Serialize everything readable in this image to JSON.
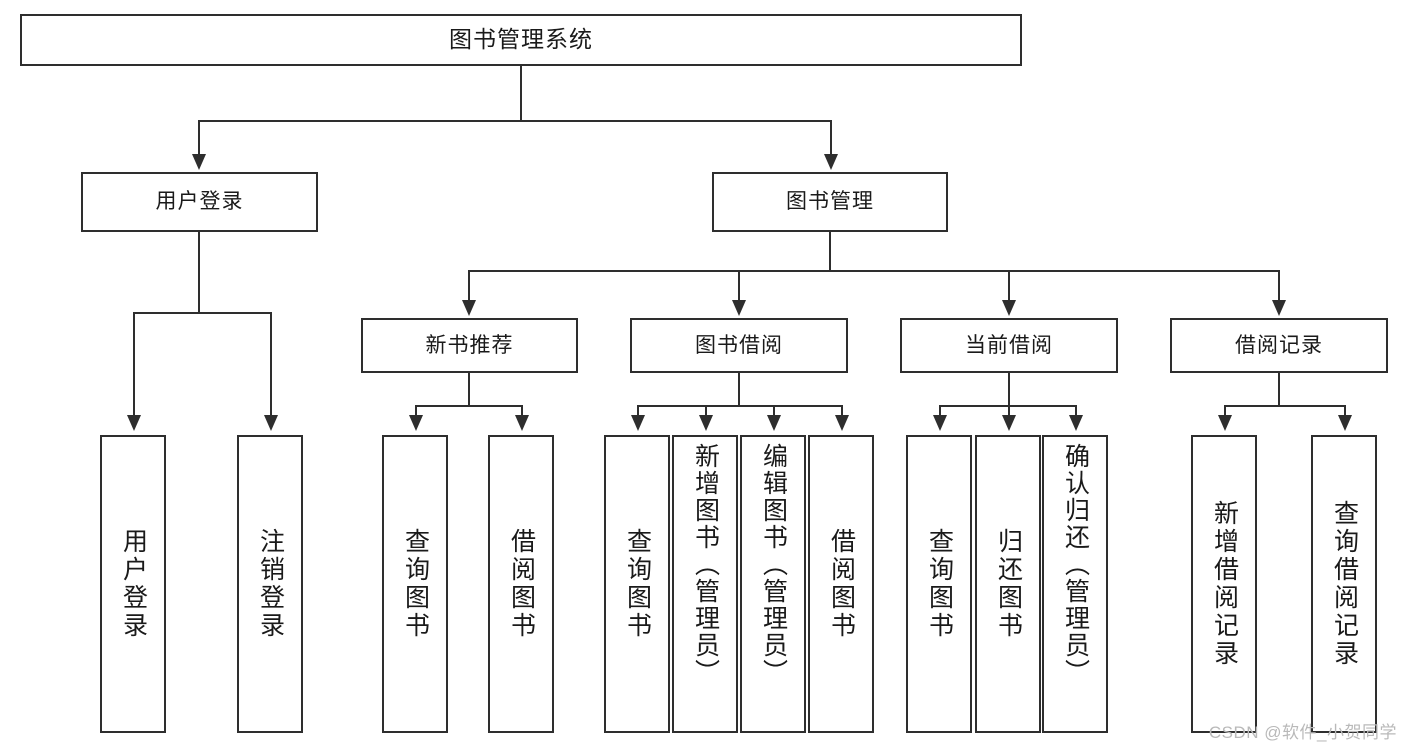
{
  "diagram": {
    "type": "tree",
    "title": "图书管理系统",
    "root": {
      "id": "root",
      "label": "图书管理系统"
    },
    "level2": [
      {
        "id": "user-login",
        "label": "用户登录"
      },
      {
        "id": "book-management",
        "label": "图书管理"
      }
    ],
    "level3": [
      {
        "id": "new-book-recommend",
        "label": "新书推荐",
        "parent": "book-management"
      },
      {
        "id": "book-borrow",
        "label": "图书借阅",
        "parent": "book-management"
      },
      {
        "id": "current-borrow",
        "label": "当前借阅",
        "parent": "book-management"
      },
      {
        "id": "borrow-record",
        "label": "借阅记录",
        "parent": "book-management"
      }
    ],
    "leaves": {
      "user-login": [
        {
          "id": "leaf-user-login",
          "label": "用户登录"
        },
        {
          "id": "leaf-logout",
          "label": "注销登录"
        }
      ],
      "new-book-recommend": [
        {
          "id": "leaf-query-book-1",
          "label": "查询图书"
        },
        {
          "id": "leaf-borrow-book-1",
          "label": "借阅图书"
        }
      ],
      "book-borrow": [
        {
          "id": "leaf-query-book-2",
          "label": "查询图书"
        },
        {
          "id": "leaf-add-book",
          "label": "新增图书（管理员）"
        },
        {
          "id": "leaf-edit-book",
          "label": "编辑图书（管理员）"
        },
        {
          "id": "leaf-borrow-book-2",
          "label": "借阅图书"
        }
      ],
      "current-borrow": [
        {
          "id": "leaf-query-book-3",
          "label": "查询图书"
        },
        {
          "id": "leaf-return-book",
          "label": "归还图书"
        },
        {
          "id": "leaf-confirm-return",
          "label": "确认归还（管理员）"
        }
      ],
      "borrow-record": [
        {
          "id": "leaf-add-record",
          "label": "新增借阅记录"
        },
        {
          "id": "leaf-query-record",
          "label": "查询借阅记录"
        }
      ]
    }
  },
  "watermark": {
    "text": "CSDN @软件_小贺同学"
  },
  "colors": {
    "stroke": "#2e2e2e",
    "fill": "#ffffff",
    "text": "#1a1a1a",
    "watermark": "#b9b9b9"
  }
}
